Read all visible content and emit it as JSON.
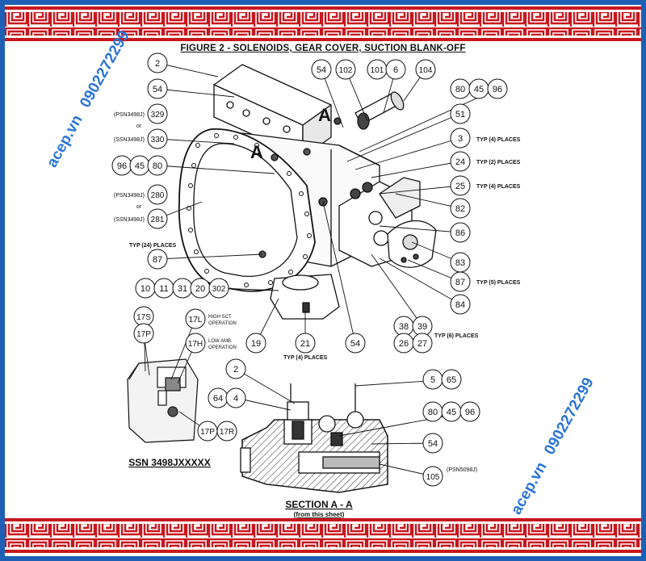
{
  "title": "FIGURE 2 - SOLENOIDS, GEAR COVER, SUCTION BLANK-OFF",
  "watermark": {
    "site": "acep.vn",
    "phone": "0902272299"
  },
  "colors": {
    "band_red": "#c8161d",
    "frame_blue": "#1d5fb5",
    "watermark_blue": "#2a74d6"
  },
  "callouts": [
    {
      "id": "c-2a",
      "label": "2"
    },
    {
      "id": "c-54a",
      "label": "54"
    },
    {
      "id": "c-329",
      "label": "329"
    },
    {
      "id": "c-330",
      "label": "330"
    },
    {
      "id": "c-96a",
      "label": "96"
    },
    {
      "id": "c-45a",
      "label": "45"
    },
    {
      "id": "c-80a",
      "label": "80"
    },
    {
      "id": "c-280",
      "label": "280"
    },
    {
      "id": "c-281",
      "label": "281"
    },
    {
      "id": "c-87a",
      "label": "87"
    },
    {
      "id": "c-10",
      "label": "10"
    },
    {
      "id": "c-11",
      "label": "11"
    },
    {
      "id": "c-31",
      "label": "31"
    },
    {
      "id": "c-20",
      "label": "20"
    },
    {
      "id": "c-302",
      "label": "302"
    },
    {
      "id": "c-54b",
      "label": "54"
    },
    {
      "id": "c-102",
      "label": "102"
    },
    {
      "id": "c-101",
      "label": "101"
    },
    {
      "id": "c-6",
      "label": "6"
    },
    {
      "id": "c-104",
      "label": "104"
    },
    {
      "id": "c-80b",
      "label": "80"
    },
    {
      "id": "c-45b",
      "label": "45"
    },
    {
      "id": "c-96b",
      "label": "96"
    },
    {
      "id": "c-51",
      "label": "51"
    },
    {
      "id": "c-3",
      "label": "3"
    },
    {
      "id": "c-24",
      "label": "24"
    },
    {
      "id": "c-25",
      "label": "25"
    },
    {
      "id": "c-82",
      "label": "82"
    },
    {
      "id": "c-86",
      "label": "86"
    },
    {
      "id": "c-83",
      "label": "83"
    },
    {
      "id": "c-87b",
      "label": "87"
    },
    {
      "id": "c-84",
      "label": "84"
    },
    {
      "id": "c-38",
      "label": "38"
    },
    {
      "id": "c-39",
      "label": "39"
    },
    {
      "id": "c-26",
      "label": "26"
    },
    {
      "id": "c-27",
      "label": "27"
    },
    {
      "id": "c-19",
      "label": "19"
    },
    {
      "id": "c-21",
      "label": "21"
    },
    {
      "id": "c-54c",
      "label": "54"
    },
    {
      "id": "c-17s",
      "label": "17S"
    },
    {
      "id": "c-17p",
      "label": "17P"
    },
    {
      "id": "c-17l",
      "label": "17L"
    },
    {
      "id": "c-17h",
      "label": "17H"
    },
    {
      "id": "c-17p2",
      "label": "17P"
    },
    {
      "id": "c-17r",
      "label": "17R"
    },
    {
      "id": "c-2b",
      "label": "2"
    },
    {
      "id": "c-5",
      "label": "5"
    },
    {
      "id": "c-65",
      "label": "65"
    },
    {
      "id": "c-64",
      "label": "64"
    },
    {
      "id": "c-4",
      "label": "4"
    },
    {
      "id": "c-80c",
      "label": "80"
    },
    {
      "id": "c-45c",
      "label": "45"
    },
    {
      "id": "c-96c",
      "label": "96"
    },
    {
      "id": "c-54d",
      "label": "54"
    },
    {
      "id": "c-105",
      "label": "105"
    }
  ],
  "notes": [
    {
      "id": "n-psn329",
      "text": "(PSN3498J)"
    },
    {
      "id": "n-or1",
      "text": "or"
    },
    {
      "id": "n-ssn330",
      "text": "(SSN3498J)"
    },
    {
      "id": "n-psn280",
      "text": "(PSN3498J)"
    },
    {
      "id": "n-or2",
      "text": "or"
    },
    {
      "id": "n-ssn281",
      "text": "(SSN3498J)"
    },
    {
      "id": "n-typ24",
      "text": "TYP (24) PLACES"
    },
    {
      "id": "n-typ4a",
      "text": "TYP (4) PLACES"
    },
    {
      "id": "n-typ2",
      "text": "TYP (2) PLACES"
    },
    {
      "id": "n-typ4b",
      "text": "TYP (4) PLACES"
    },
    {
      "id": "n-typ5",
      "text": "TYP (5) PLACES"
    },
    {
      "id": "n-typ6",
      "text": "TYP (6) PLACES"
    },
    {
      "id": "n-typ4c",
      "text": "TYP (4) PLACES"
    },
    {
      "id": "n-high1",
      "text": "HIGH SCT"
    },
    {
      "id": "n-high2",
      "text": "OPERATION"
    },
    {
      "id": "n-low1",
      "text": "LOW AMB."
    },
    {
      "id": "n-low2",
      "text": "OPERATION"
    },
    {
      "id": "n-psn5098",
      "text": "(PSN5098J)"
    },
    {
      "id": "n-a1",
      "text": "A"
    },
    {
      "id": "n-a2",
      "text": "A"
    },
    {
      "id": "n-ssn",
      "text": "SSN 3498JXXXXX"
    },
    {
      "id": "n-section",
      "text": "SECTION A - A"
    },
    {
      "id": "n-fromsheet",
      "text": "(from this sheet)"
    }
  ]
}
